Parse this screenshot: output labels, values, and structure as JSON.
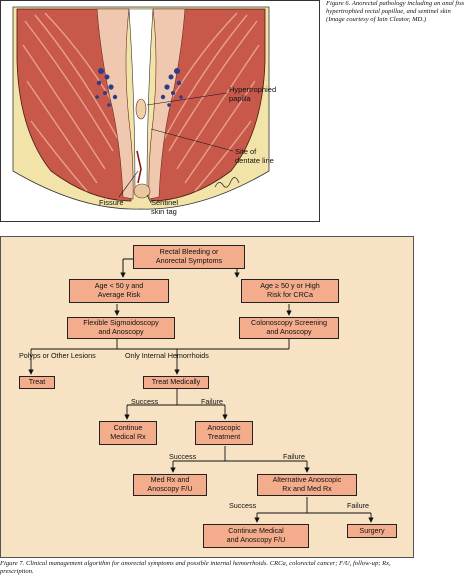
{
  "figure6": {
    "caption_lines": [
      "Figure 6. Anorectal pathology including an anal fiss",
      "hypertrophied rectal papillae, and sentinel skin",
      "(Image courtesy of Iain Cleator, MD.)"
    ],
    "labels": {
      "hypertrophied_papilla": [
        "Hypertrophied",
        "papilla"
      ],
      "dentate_line": [
        "Site of",
        "dentate line"
      ],
      "fissure": "Fissure",
      "sentinel_skin_tag": [
        "Sentinel",
        "skin tag"
      ]
    },
    "colors": {
      "muscle": "#c8584a",
      "muscle_light": "#e8a08a",
      "mucosa": "#f0c8b0",
      "fat": "#f2e4a8",
      "vessels": "#2a3c8a"
    }
  },
  "figure7": {
    "boxes": {
      "rectal_bleeding": [
        "Rectal Bleeding or",
        "Anorectal Symptoms"
      ],
      "age_under_50": [
        "Age < 50 y and",
        "Average Risk"
      ],
      "age_over_50": [
        "Age ≥ 50 y or High",
        "Risk for CRCa"
      ],
      "flex_sig": [
        "Flexible Sigmoidoscopy",
        "and Anoscopy"
      ],
      "colonoscopy": [
        "Colonoscopy Screening",
        "and Anoscopy"
      ],
      "treat": [
        "Treat"
      ],
      "treat_medically": [
        "Treat Medically"
      ],
      "continue_rx": [
        "Continue",
        "Medical Rx"
      ],
      "anoscopic_treatment": [
        "Anoscopic",
        "Treatment"
      ],
      "med_rx_fu": [
        "Med Rx and",
        "Anoscopy F/U"
      ],
      "alt_anoscopic": [
        "Alternative Anoscopic",
        "Rx and Med Rx"
      ],
      "continue_medical_fu": [
        "Continue Medical",
        "and Anoscopy F/U"
      ],
      "surgery": [
        "Surgery"
      ]
    },
    "labels": {
      "polyps": "Polyps or Other Lesions",
      "internal_hemorrhoids": "Only Internal Hemorrhoids",
      "success1": "Success",
      "failure1": "Failure",
      "success2": "Success",
      "failure2": "Failure",
      "success3": "Success",
      "failure3": "Failure"
    },
    "caption_lines": [
      "Figure 7. Clinical management algorithm for anorectal symptoms and possible internal hemorrhoids. CRCa, colorectal cancer; F/U, follow-up; Rx,",
      "prescription."
    ],
    "colors": {
      "panel": "#f7e3c4",
      "box": "#f4ad8c"
    }
  }
}
